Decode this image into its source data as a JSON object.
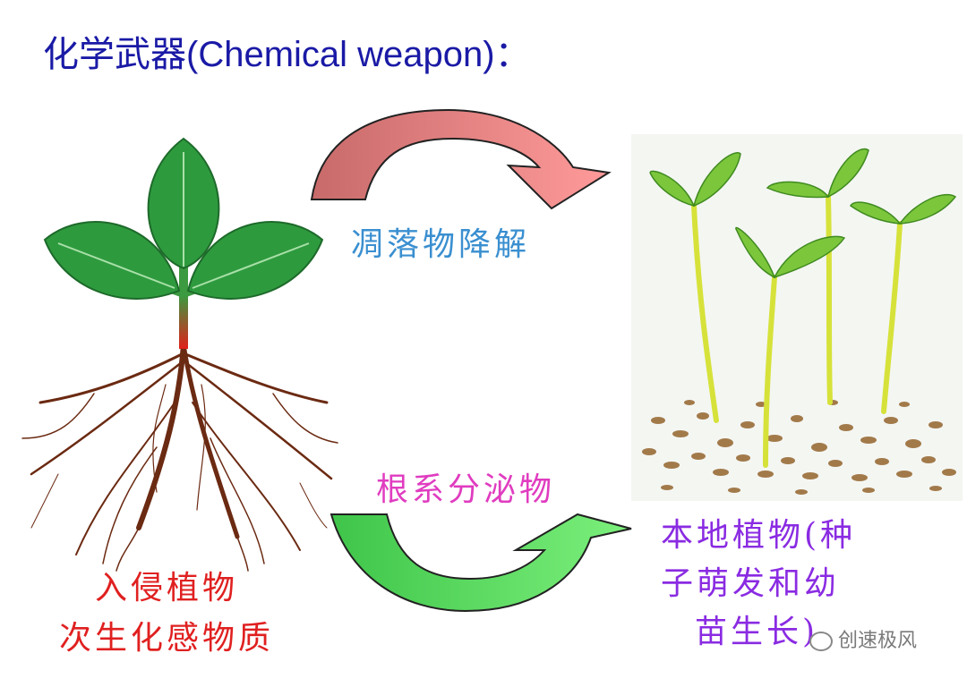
{
  "title": "化学武器(Chemical weapon)：",
  "labels": {
    "decay": "凋落物降解",
    "exudate": "根系分泌物",
    "invasive_line1": "入侵植物",
    "invasive_line2": "次生化感物质",
    "native_line1": "本地植物(种",
    "native_line2": "子萌发和幼",
    "native_line3": "苗生长)"
  },
  "watermark": "创速极风",
  "colors": {
    "title": "#1a1aa6",
    "decay_text": "#3a8fd0",
    "exudate_text": "#e03cc0",
    "invasive_text": "#e02020",
    "native_text": "#8a2be2",
    "top_arrow": "#e88080",
    "bottom_arrow": "#55d055"
  }
}
